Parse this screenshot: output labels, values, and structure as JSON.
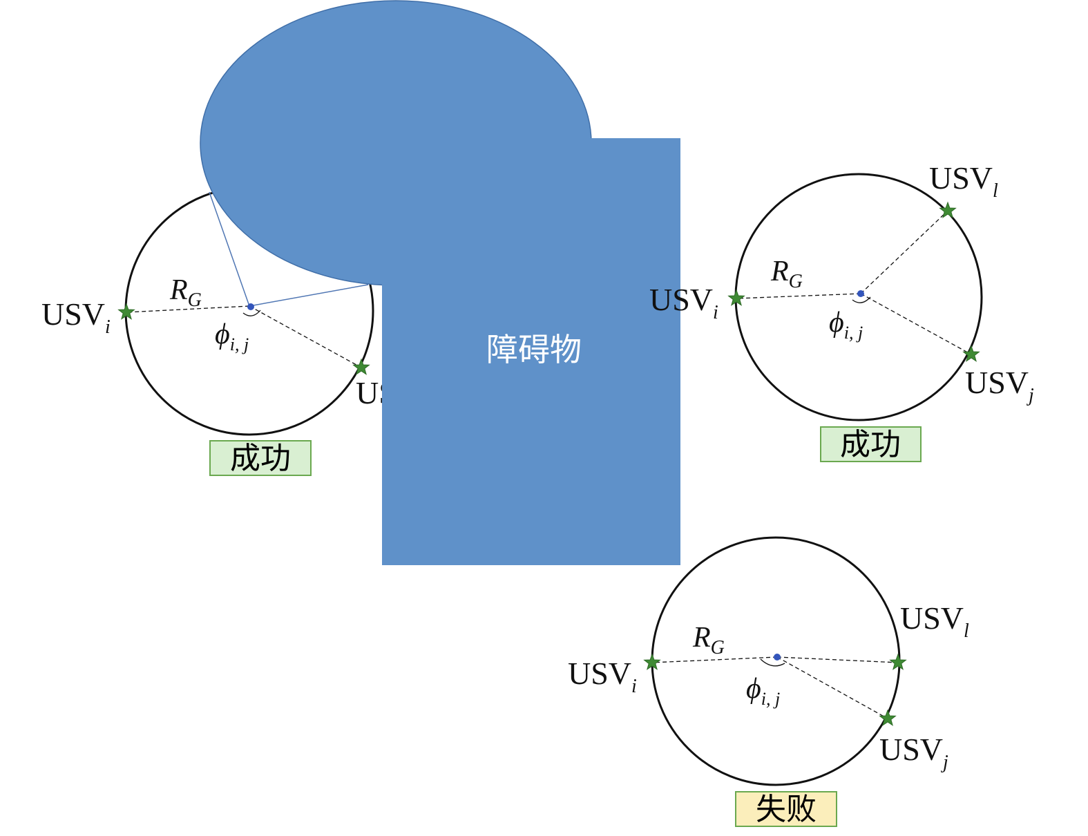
{
  "obstacle": {
    "label": "障碍物",
    "fill": "#5f91c9",
    "label_color": "#ffffff"
  },
  "star_color": "#3f8a34",
  "center_color": "#3355bb",
  "badges": {
    "success": {
      "text": "成功",
      "fill": "#d9efd2",
      "stroke": "#6aa84f"
    },
    "failure": {
      "text": "失败",
      "fill": "#fbeebb",
      "stroke": "#6aa84f"
    }
  },
  "symbols": {
    "usv": "USV",
    "sub_i": "i",
    "sub_j": "j",
    "sub_l": "l",
    "radius": "R",
    "radius_sub": "G",
    "angle": "ϕ",
    "angle_sub": "i, j"
  },
  "scenarios": [
    {
      "id": "left",
      "result": "success",
      "agents": [
        "i",
        "j"
      ]
    },
    {
      "id": "right",
      "result": "success",
      "agents": [
        "i",
        "j",
        "l"
      ]
    },
    {
      "id": "bottom",
      "result": "failure",
      "agents": [
        "i",
        "j",
        "l"
      ]
    }
  ]
}
